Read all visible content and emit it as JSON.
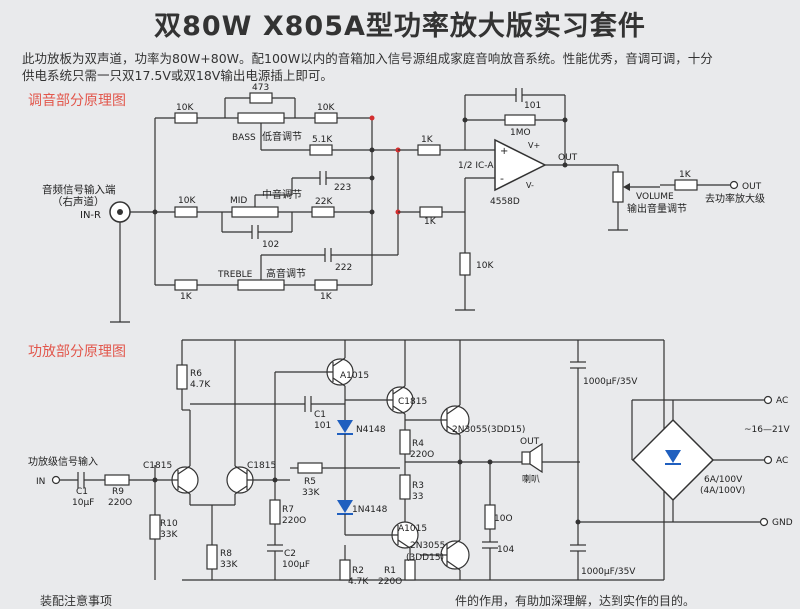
{
  "title": "双80W X805A型功率放大版实习套件",
  "intro": {
    "line1": "此功放板为双声道，功率为80W+80W。配100W以内的音箱加入信号源组成家庭音响放音系统。性能优秀，音调可调，十分",
    "line2": "供电系统只需一只双17.5V或双18V输出电源插上即可。"
  },
  "sections": {
    "tone": "调音部分原理图",
    "amp": "功放部分原理图"
  },
  "tone": {
    "input_label_1": "音频信号输入端",
    "input_label_2": "（右声道）",
    "in_r": "IN-R",
    "r_10k_top": "10K",
    "pot_473": "473",
    "r_10k_top2": "10K",
    "bass": "BASS",
    "bass_cn": "低音调节",
    "r_5_1k": "5.1K",
    "r_1k_ic": "1K",
    "c_223": "223",
    "r_10k_mid": "10K",
    "mid": "MID",
    "mid_cn": "中音调节",
    "r_22k": "22K",
    "r_1k_mid": "1K",
    "c_102": "102",
    "c_222": "222",
    "r_1k_bot": "1K",
    "treble": "TREBLE",
    "treble_cn": "高音调节",
    "r_1k_bot2": "1K",
    "c_101": "101",
    "r_1mo": "1MO",
    "ic": "1/2 IC-A",
    "ic_part": "4558D",
    "v_plus": "V+",
    "v_minus": "V-",
    "plus": "+",
    "minus": "-",
    "out": "OUT",
    "r_10k_gnd": "10K",
    "volume": "VOLUME",
    "volume_cn": "输出音量调节",
    "r_1k_out": "1K",
    "out2": "OUT",
    "to_amp": "去功率放大级"
  },
  "amp": {
    "r6": "R6",
    "r6_v": "4.7K",
    "a1015_top": "A1015",
    "c1815_top": "C1815",
    "c1": "C1",
    "c1_v": "101",
    "d_top": "N4148",
    "r4": "R4",
    "r4_v": "220O",
    "q_top": "2N3055(3DD15)",
    "out": "OUT",
    "speaker": "喇叭",
    "input_label": "功放级信号输入",
    "in": "IN",
    "c1_in": "C1",
    "c1_in_v": "10μF",
    "r9": "R9",
    "r9_v": "220O",
    "c1815_left": "C1815",
    "c1815_mid": "C1815",
    "r5": "R5",
    "r5_v": "33K",
    "r3": "R3",
    "r3_v": "33",
    "r10": "R10",
    "r10_v": "33K",
    "r7": "R7",
    "r7_v": "220O",
    "d_bot": "1N4148",
    "r_10o": "10O",
    "c_104": "104",
    "a1015_bot": "A1015",
    "q_bot": "2N3055",
    "q_bot2": "(3DD15)",
    "r8": "R8",
    "r8_v": "33K",
    "c2": "C2",
    "c2_v": "100μF",
    "r2": "R2",
    "r2_v": "4.7K",
    "r1": "R1",
    "r1_v": "220O",
    "cap_top": "1000μF/35V",
    "cap_bot": "1000μF/35V",
    "ac_top": "AC",
    "ac_range": "~16—21V",
    "ac_bot": "AC",
    "bridge_1": "6A/100V",
    "bridge_2": "(4A/100V)",
    "gnd": "GND"
  },
  "footer": {
    "left": "装配注意事项",
    "right": "件的作用，有助加深理解，达到实作的目的。"
  }
}
